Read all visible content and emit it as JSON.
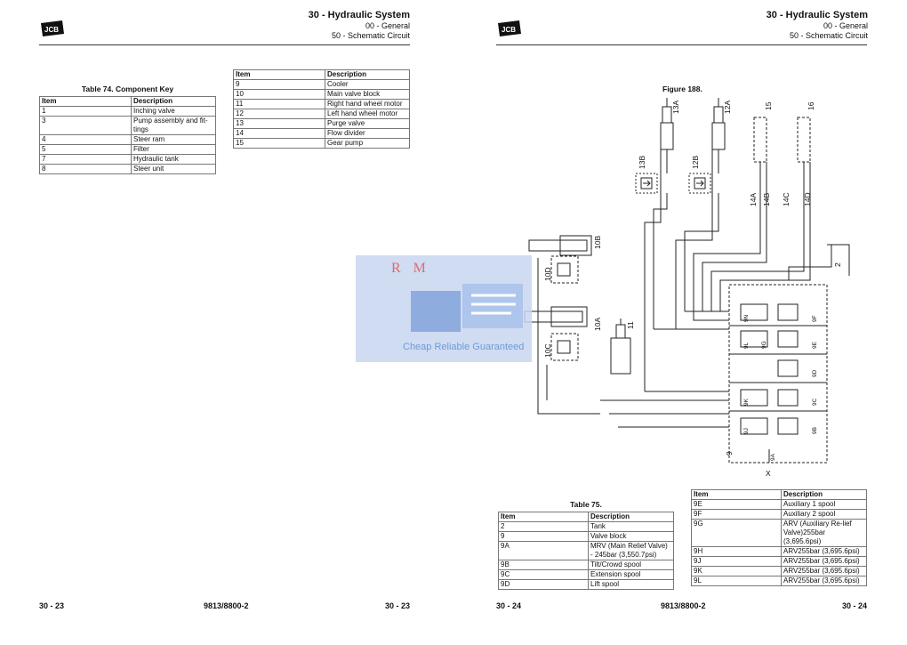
{
  "left": {
    "header": {
      "title": "30 - Hydraulic System",
      "sub1": "00 - General",
      "sub2": "50 - Schematic Circuit"
    },
    "table74": {
      "caption": "Table 74. Component Key",
      "col_item": "Item",
      "col_desc": "Description",
      "rows": [
        {
          "item": "1",
          "desc": "Inching valve"
        },
        {
          "item": "3",
          "desc": "Pump assembly and fit-tings"
        },
        {
          "item": "4",
          "desc": "Steer ram"
        },
        {
          "item": "5",
          "desc": "Filter"
        },
        {
          "item": "7",
          "desc": "Hydraulic tank"
        },
        {
          "item": "8",
          "desc": "Steer unit"
        }
      ]
    },
    "table_cont": {
      "col_item": "Item",
      "col_desc": "Description",
      "rows": [
        {
          "item": "9",
          "desc": "Cooler"
        },
        {
          "item": "10",
          "desc": "Main valve block"
        },
        {
          "item": "11",
          "desc": "Right hand wheel motor"
        },
        {
          "item": "12",
          "desc": "Left hand wheel motor"
        },
        {
          "item": "13",
          "desc": "Purge valve"
        },
        {
          "item": "14",
          "desc": "Flow divider"
        },
        {
          "item": "15",
          "desc": "Gear pump"
        }
      ]
    },
    "footer": {
      "left": "30 - 23",
      "center": "9813/8800-2",
      "right": "30 - 23"
    }
  },
  "right": {
    "header": {
      "title": "30 - Hydraulic System",
      "sub1": "00 - General",
      "sub2": "50 - Schematic Circuit"
    },
    "figure_title": "Figure 188.",
    "schematic_labels": {
      "l13A": "13A",
      "l12A": "12A",
      "l15": "15",
      "l16": "16",
      "l13B": "13B",
      "l12B": "12B",
      "l14A": "14A",
      "l14B": "14B",
      "l14C": "14C",
      "l14D": "14D",
      "l10B": "10B",
      "l10D": "10D",
      "l10A": "10A",
      "l10C": "10C",
      "l11": "11",
      "l2": "2",
      "l9": "9",
      "lX": "X",
      "l9F": "9F",
      "l9E": "9E",
      "l9D": "9D",
      "l9C": "9C",
      "l9B": "9B",
      "l9N": "9N",
      "l9L": "9L",
      "l9K": "9K",
      "l9J": "9J",
      "l9G": "9G",
      "l9A": "9A"
    },
    "table75": {
      "caption": "Table 75.",
      "col_item": "Item",
      "col_desc": "Description",
      "rows": [
        {
          "item": "2",
          "desc": "Tank"
        },
        {
          "item": "9",
          "desc": "Valve block"
        },
        {
          "item": "9A",
          "desc": "MRV (Main Relief Valve) - 245bar (3,550.7psi)"
        },
        {
          "item": "9B",
          "desc": "Tilt/Crowd spool"
        },
        {
          "item": "9C",
          "desc": "Extension spool"
        },
        {
          "item": "9D",
          "desc": "Lift spool"
        }
      ]
    },
    "table75_cont": {
      "col_item": "Item",
      "col_desc": "Description",
      "rows": [
        {
          "item": "9E",
          "desc": "Auxiliary 1 spool"
        },
        {
          "item": "9F",
          "desc": "Auxiliary 2 spool"
        },
        {
          "item": "9G",
          "desc": "ARV (Auxiliary Re-lief Valve)255bar (3,695.6psi)"
        },
        {
          "item": "9H",
          "desc": "ARV255bar (3,695.6psi)"
        },
        {
          "item": "9J",
          "desc": "ARV255bar (3,695.6psi)"
        },
        {
          "item": "9K",
          "desc": "ARV255bar (3,695.6psi)"
        },
        {
          "item": "9L",
          "desc": "ARV255bar (3,695.6psi)"
        }
      ]
    },
    "footer": {
      "left": "30 - 24",
      "center": "9813/8800-2",
      "right": "30 - 24"
    }
  },
  "watermark": {
    "letters": "RM",
    "tagline": "Cheap Reliable Guaranteed"
  },
  "colors": {
    "ink": "#111111",
    "watermark": "#c8d6f0",
    "watermark_text": "#6f9ad8",
    "watermark_letters": "#e06a6a"
  }
}
